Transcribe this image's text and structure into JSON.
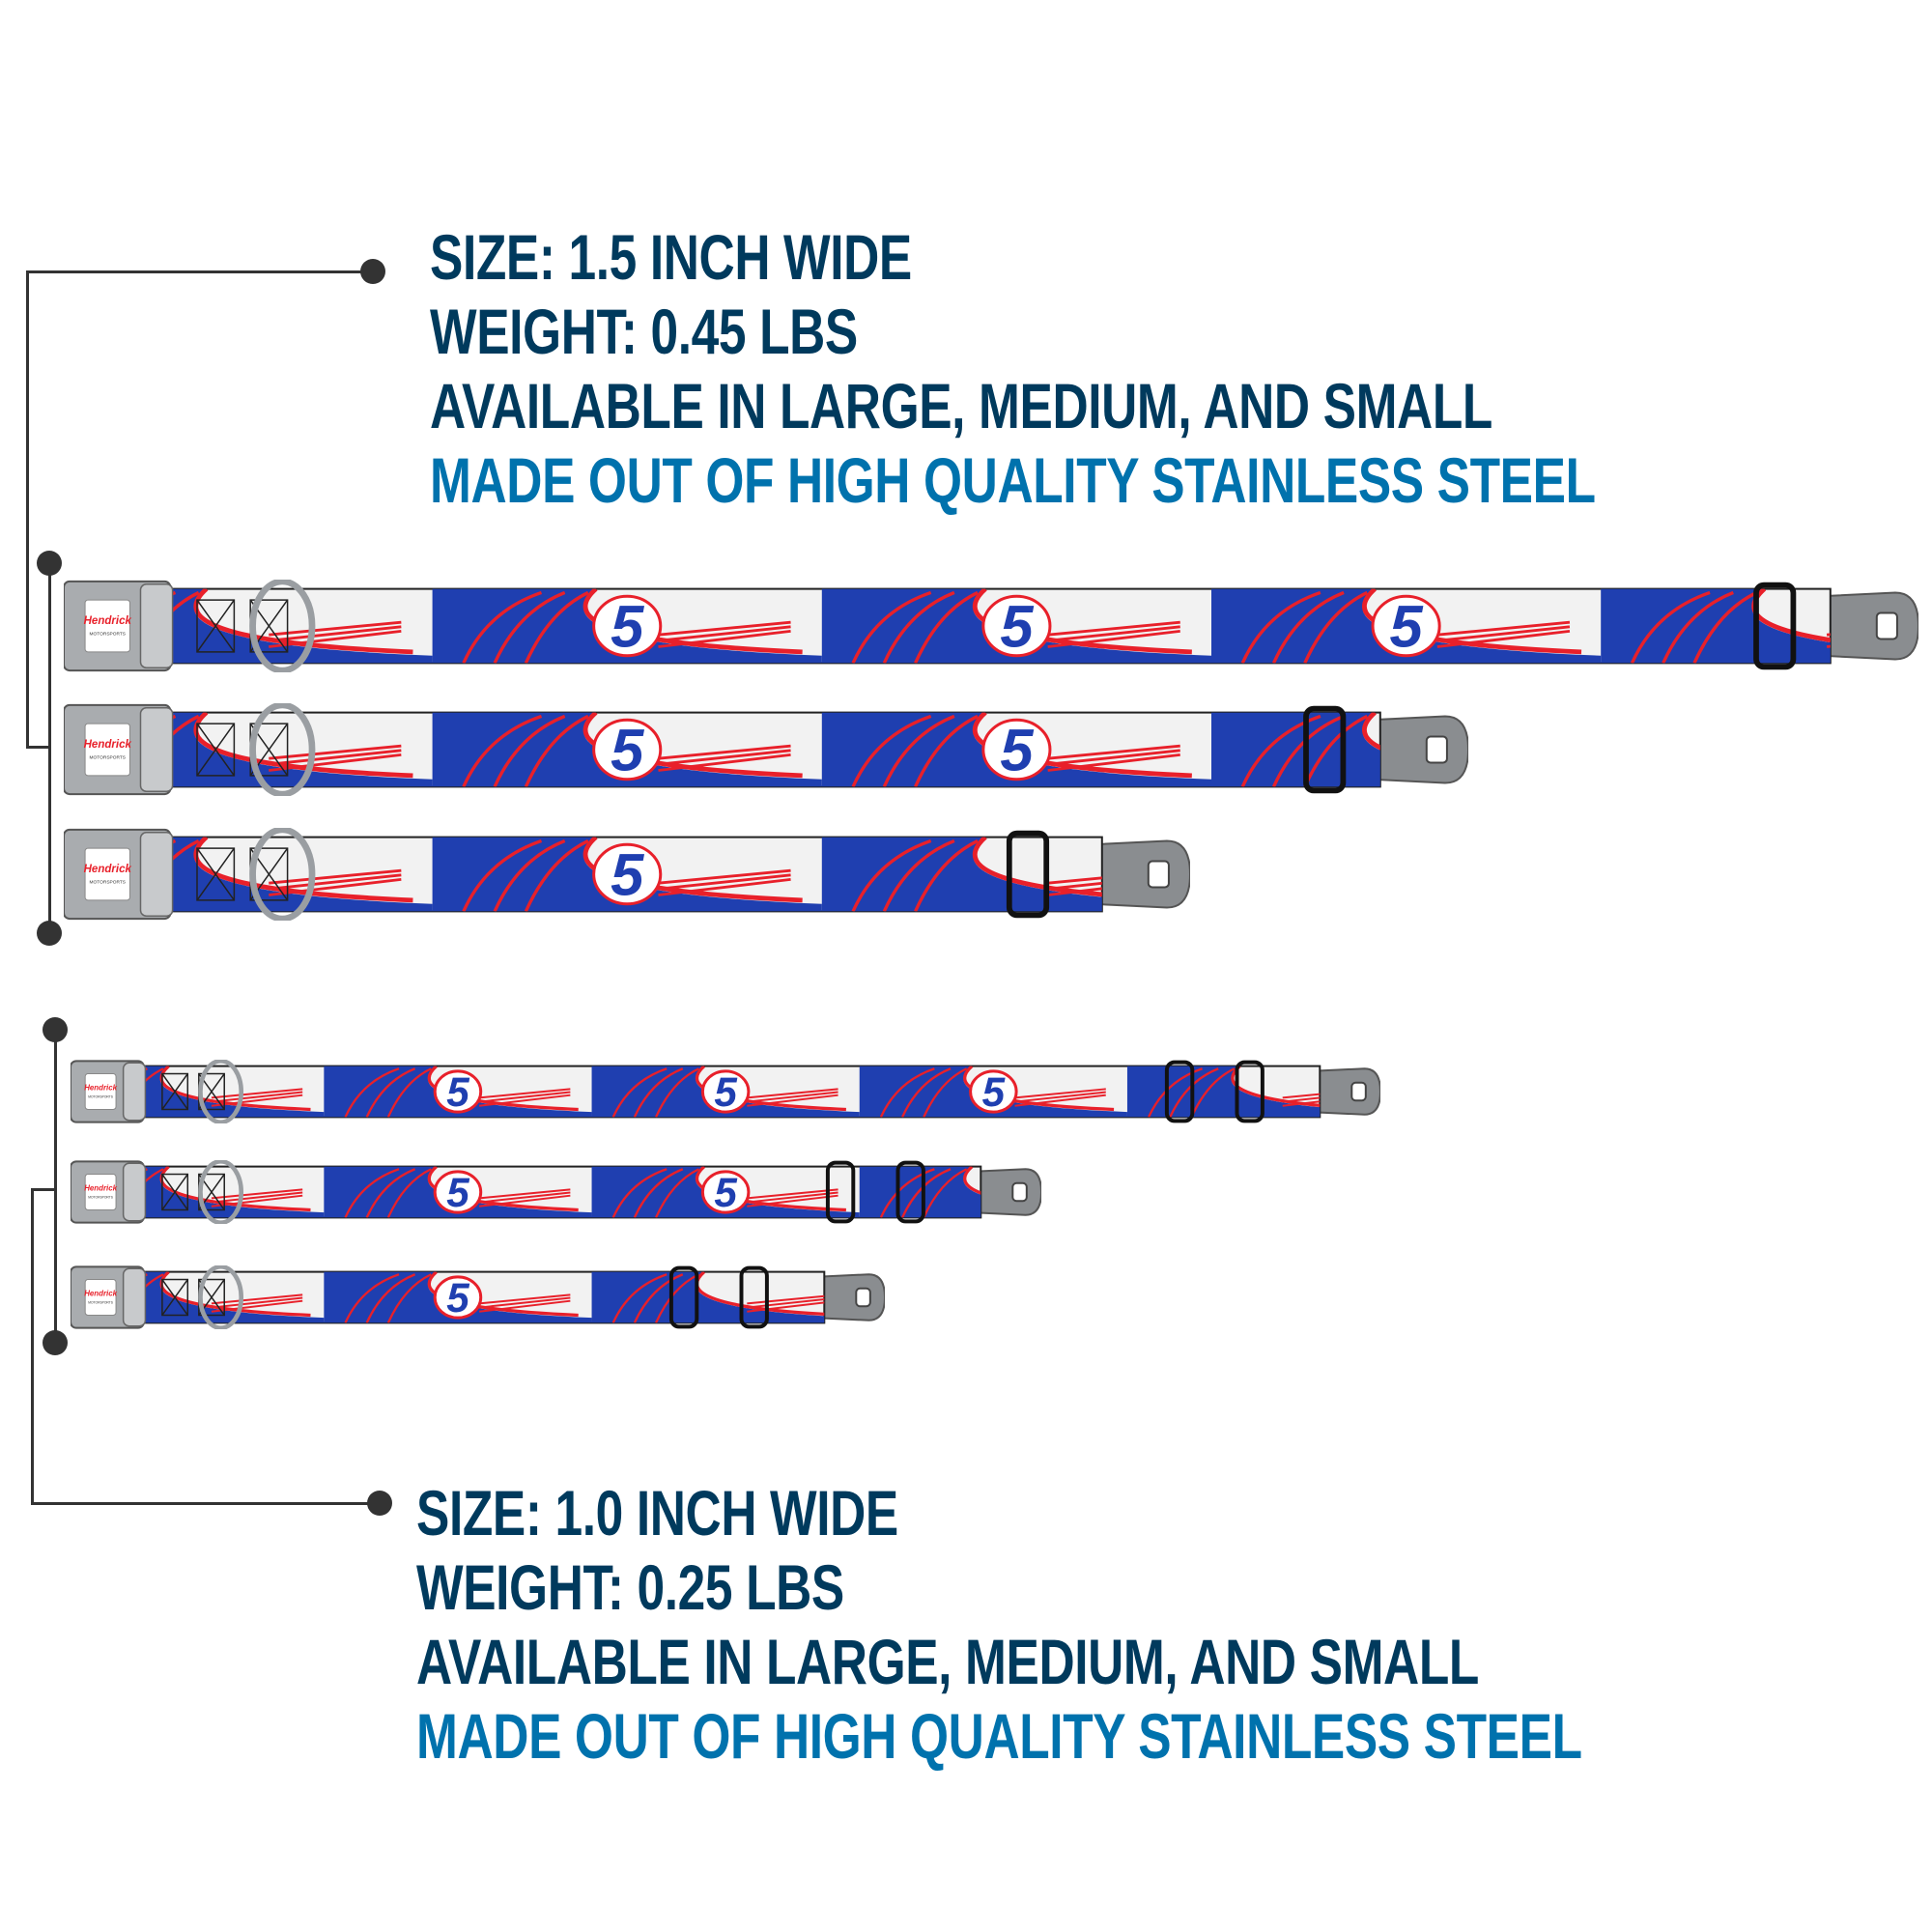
{
  "colors": {
    "heading": "#003a5d",
    "accent": "#0072ad",
    "strap_blue": "#1f3fb0",
    "strap_red": "#e8202a",
    "strap_white": "#f2f2f2"
  },
  "wide_collars": {
    "size": "SIZE: 1.5 INCH WIDE",
    "weight": "WEIGHT: 0.45 LBS",
    "availability": "AVAILABLE IN LARGE, MEDIUM, AND SMALL",
    "material": "MADE OUT OF HIGH QUALITY STAINLESS STEEL"
  },
  "narrow_collars": {
    "size": "SIZE: 1.0 INCH WIDE",
    "weight": "WEIGHT: 0.25 LBS",
    "availability": "AVAILABLE IN LARGE, MEDIUM, AND SMALL",
    "material": "MADE OUT OF HIGH QUALITY STAINLESS STEEL"
  },
  "product": {
    "logo_text": "Hendrick",
    "logo_subtext": "MOTORSPORTS",
    "strap_number": "5",
    "sizes": [
      "Large",
      "Medium",
      "Small"
    ]
  }
}
